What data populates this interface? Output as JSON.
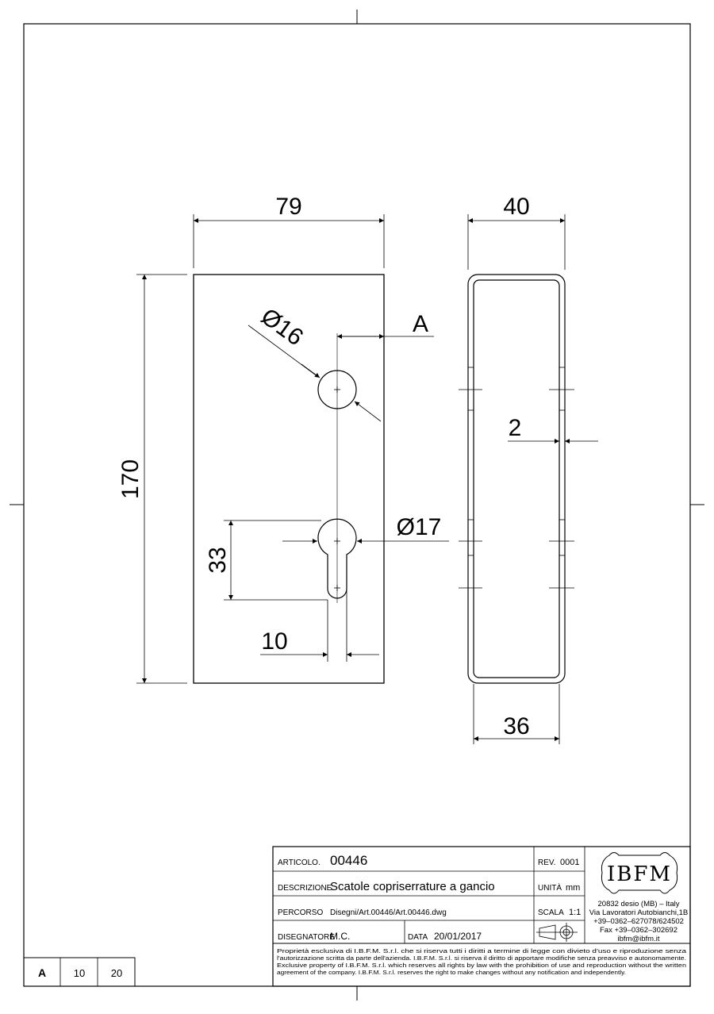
{
  "drawing": {
    "front_view": {
      "dim_width": "79",
      "dim_height": "170",
      "dim_hole_upper": "Ø16",
      "dim_hole_lower": "Ø17",
      "dim_offset": "33",
      "dim_slot": "10",
      "section_label": "A"
    },
    "side_view": {
      "dim_outer": "40",
      "dim_inner": "36",
      "dim_wall": "2"
    }
  },
  "title_block": {
    "articolo_label": "ARTICOLO.",
    "articolo_value": "00446",
    "rev_label": "REV.",
    "rev_value": "0001",
    "descrizione_label": "DESCRIZIONE",
    "descrizione_value": "Scatole copriserrature a gancio",
    "unita_label": "UNITÀ",
    "unita_value": "mm",
    "percorso_label": "PERCORSO",
    "percorso_value": "Disegni/Art.00446/Art.00446.dwg",
    "scala_label": "SCALA",
    "scala_value": "1:1",
    "disegnatore_label": "DISEGNATORE",
    "disegnatore_value": "M.C.",
    "data_label": "DATA",
    "data_value": "20/01/2017",
    "logo_text": "IBFM",
    "address": [
      "20832 desio (MB) – Italy",
      "Via Lavoratori Autobianchi,1B",
      "+39–0362–627078/624502",
      "Fax +39–0362–302692",
      "ibfm@ibfm.it"
    ],
    "notice": [
      "Proprietà esclusiva di I.B.F.M. S.r.l. che si riserva tutti i diritti a termine di legge con divieto d'uso e riproduzione senza",
      "l'autorizzazione scritta da parte dell'azienda. I.B.F.M. S.r.l. si riserva il diritto di apportare modifiche senza preavviso e autonomamente.",
      "Exclusive property of I.B.F.M. S.r.l. which reserves all rights by law with the prohibition of use and reproduction without the written",
      "agreement of the company. I.B.F.M. S.r.l. reserves the right to make changes without any notification and independently."
    ]
  },
  "revision_box": {
    "letter": "A",
    "col1": "10",
    "col2": "20"
  }
}
